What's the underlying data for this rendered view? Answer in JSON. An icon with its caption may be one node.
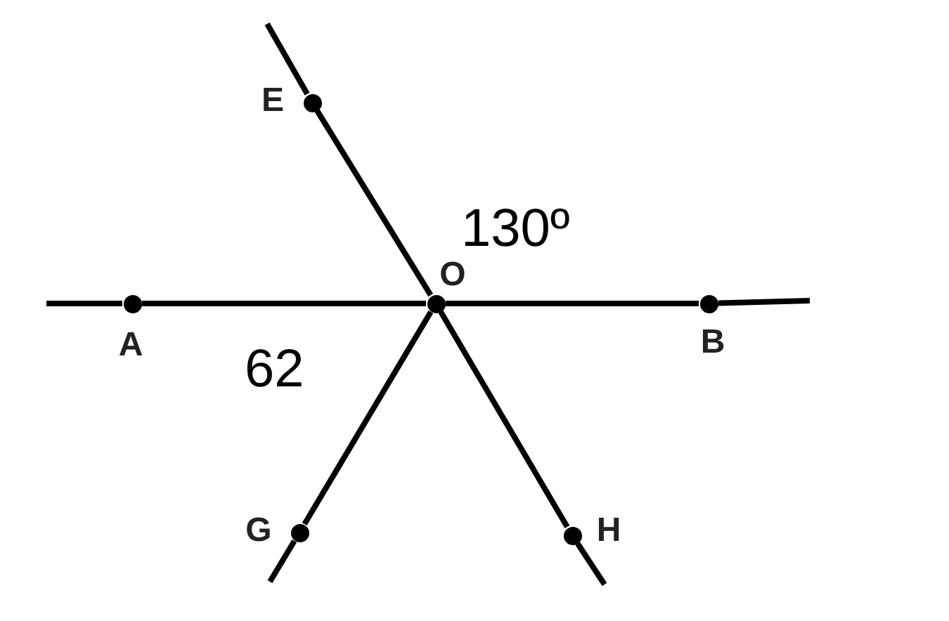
{
  "diagram": {
    "nodes": [
      {
        "text": [
          "E"
        ]
      },
      {
        "text": [
          "O"
        ]
      },
      {
        "text": [
          "A"
        ]
      },
      {
        "text": [
          "B"
        ]
      },
      {
        "text": [
          "G"
        ]
      },
      {
        "text": [
          "H"
        ]
      }
    ],
    "edges": [
      {
        "from": 0,
        "to": 1,
        "arrow": "none"
      },
      {
        "from": 2,
        "to": 1,
        "arrow": "none"
      },
      {
        "from": 1,
        "to": 3,
        "arrow": "none"
      },
      {
        "from": 4,
        "to": 1,
        "arrow": "none"
      },
      {
        "from": 1,
        "to": 5,
        "arrow": "none"
      },
      {
        "from": 0,
        "to": null,
        "arrow": "none"
      },
      {
        "from": 2,
        "to": null,
        "arrow": "none"
      },
      {
        "from": 3,
        "to": null,
        "arrow": "none"
      },
      {
        "from": 4,
        "to": null,
        "arrow": "none"
      },
      {
        "from": 5,
        "to": null,
        "arrow": "none"
      }
    ],
    "labels": [
      "130º",
      "62"
    ]
  }
}
